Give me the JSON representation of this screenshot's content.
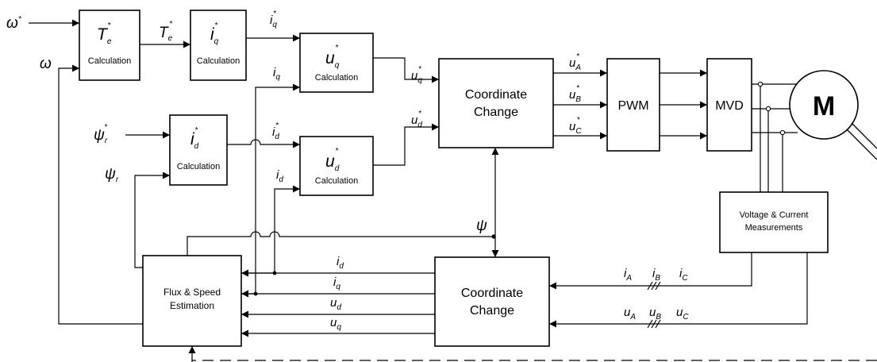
{
  "blocks": {
    "te": {
      "sym": "T",
      "sub": "e",
      "star": "*",
      "label": "Calculation"
    },
    "iq": {
      "sym": "i",
      "sub": "q",
      "star": "*",
      "label": "Calculation"
    },
    "uq": {
      "sym": "u",
      "sub": "q",
      "star": "*",
      "label": "Calculation"
    },
    "id": {
      "sym": "i",
      "sub": "d",
      "star": "*",
      "label": "Calculation"
    },
    "ud": {
      "sym": "u",
      "sub": "d",
      "star": "*",
      "label": "Calculation"
    },
    "cc_top": {
      "line1": "Coordinate",
      "line2": "Change"
    },
    "cc_bot": {
      "line1": "Coordinate",
      "line2": "Change"
    },
    "pwm": "PWM",
    "mvd": "MVD",
    "motor": "M",
    "meas": {
      "line1": "Voltage & Current",
      "line2": "Measurements"
    },
    "flux": {
      "line1": "Flux & Speed",
      "line2": "Estimation"
    }
  },
  "signals": {
    "omega_ref": {
      "sym": "ω",
      "star": "*"
    },
    "omega": {
      "sym": "ω"
    },
    "te_ref": {
      "sym": "T",
      "sub": "e",
      "star": "*"
    },
    "iq_ref": {
      "sym": "i",
      "sub": "q",
      "star": "*"
    },
    "iq": {
      "sym": "i",
      "sub": "q"
    },
    "id_ref": {
      "sym": "i",
      "sub": "d",
      "star": "*"
    },
    "id": {
      "sym": "i",
      "sub": "d"
    },
    "psi_ref": {
      "sym": "ψ",
      "sub": "r",
      "star": "*"
    },
    "psi_r": {
      "sym": "ψ",
      "sub": "r"
    },
    "psi": {
      "sym": "ψ"
    },
    "uq_ref": {
      "sym": "u",
      "sub": "q",
      "star": "*"
    },
    "ud_ref": {
      "sym": "u",
      "sub": "d",
      "star": "*"
    },
    "uA_ref": {
      "sym": "u",
      "sub": "A",
      "star": "*"
    },
    "uB_ref": {
      "sym": "u",
      "sub": "B",
      "star": "*"
    },
    "uC_ref": {
      "sym": "u",
      "sub": "C",
      "star": "*"
    },
    "est_id": {
      "sym": "i",
      "sub": "d"
    },
    "est_iq": {
      "sym": "i",
      "sub": "q"
    },
    "est_ud": {
      "sym": "u",
      "sub": "d"
    },
    "est_uq": {
      "sym": "u",
      "sub": "q"
    },
    "iA": {
      "sym": "i",
      "sub": "A"
    },
    "iB": {
      "sym": "i",
      "sub": "B"
    },
    "iC": {
      "sym": "i",
      "sub": "C"
    },
    "uA": {
      "sym": "u",
      "sub": "A"
    },
    "uB": {
      "sym": "u",
      "sub": "B"
    },
    "uC": {
      "sym": "u",
      "sub": "C"
    }
  }
}
